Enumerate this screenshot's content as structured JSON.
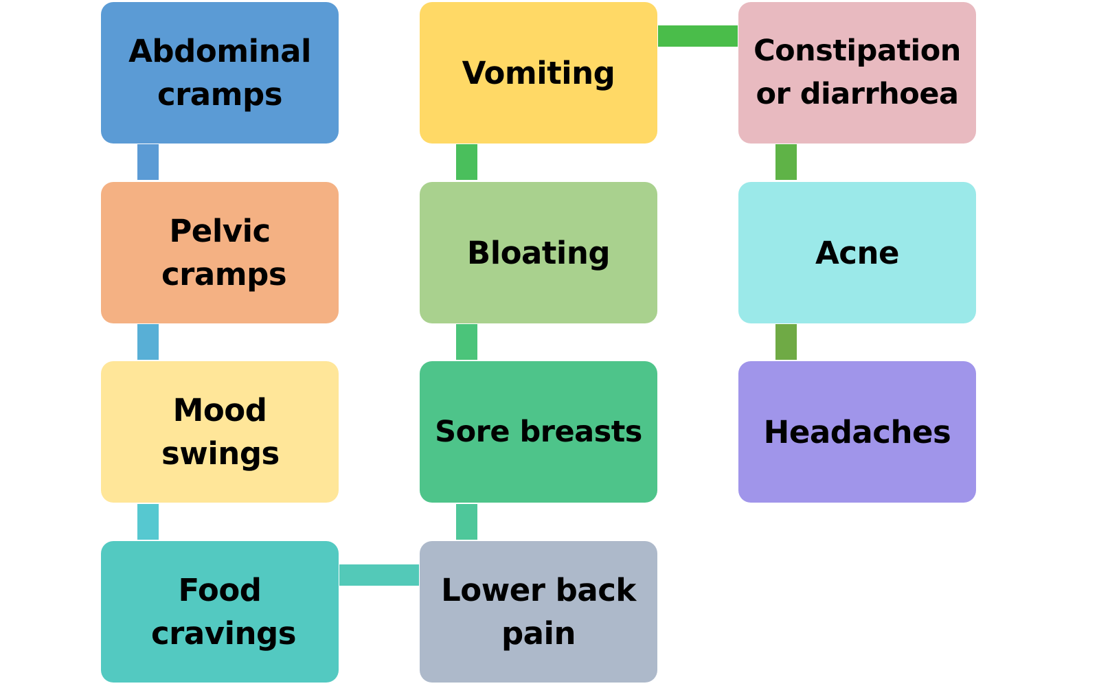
{
  "nodes": {
    "abdominal_cramps": {
      "label": "Abdominal cramps",
      "color": "#5B9BD5"
    },
    "pelvic_cramps": {
      "label": "Pelvic cramps",
      "color": "#F4B183"
    },
    "mood_swings": {
      "label": "Mood swings",
      "color": "#FFE699"
    },
    "food_cravings": {
      "label": "Food cravings",
      "color": "#53C9C1"
    },
    "vomiting": {
      "label": "Vomiting",
      "color": "#FFD966"
    },
    "bloating": {
      "label": "Bloating",
      "color": "#A9D18E"
    },
    "sore_breasts": {
      "label": "Sore breasts",
      "color": "#4EC48A"
    },
    "lower_back_pain": {
      "label": "Lower back pain",
      "color": "#ADB9CA"
    },
    "constipation": {
      "label": "Constipation or diarrhoea",
      "color": "#E8BAC0"
    },
    "acne": {
      "label": "Acne",
      "color": "#9BE9E9"
    },
    "headaches": {
      "label": "Headaches",
      "color": "#A095EA"
    }
  },
  "connectors": [
    {
      "from": "Abdominal cramps",
      "to": "Pelvic cramps",
      "color": "#5B9BD5"
    },
    {
      "from": "Pelvic cramps",
      "to": "Mood swings",
      "color": "#58AFD6"
    },
    {
      "from": "Mood swings",
      "to": "Food cravings",
      "color": "#56C8D0"
    },
    {
      "from": "Food cravings",
      "to": "Lower back pain",
      "color": "#53C9B8"
    },
    {
      "from": "Lower back pain",
      "to": "Sore breasts",
      "color": "#4EC79A"
    },
    {
      "from": "Sore breasts",
      "to": "Bloating",
      "color": "#4BC47A"
    },
    {
      "from": "Bloating",
      "to": "Vomiting",
      "color": "#4ABF5C"
    },
    {
      "from": "Vomiting",
      "to": "Constipation or diarrhoea",
      "color": "#4ABD4A"
    },
    {
      "from": "Constipation or diarrhoea",
      "to": "Acne",
      "color": "#5FB347"
    },
    {
      "from": "Acne",
      "to": "Headaches",
      "color": "#6FAA45"
    }
  ]
}
